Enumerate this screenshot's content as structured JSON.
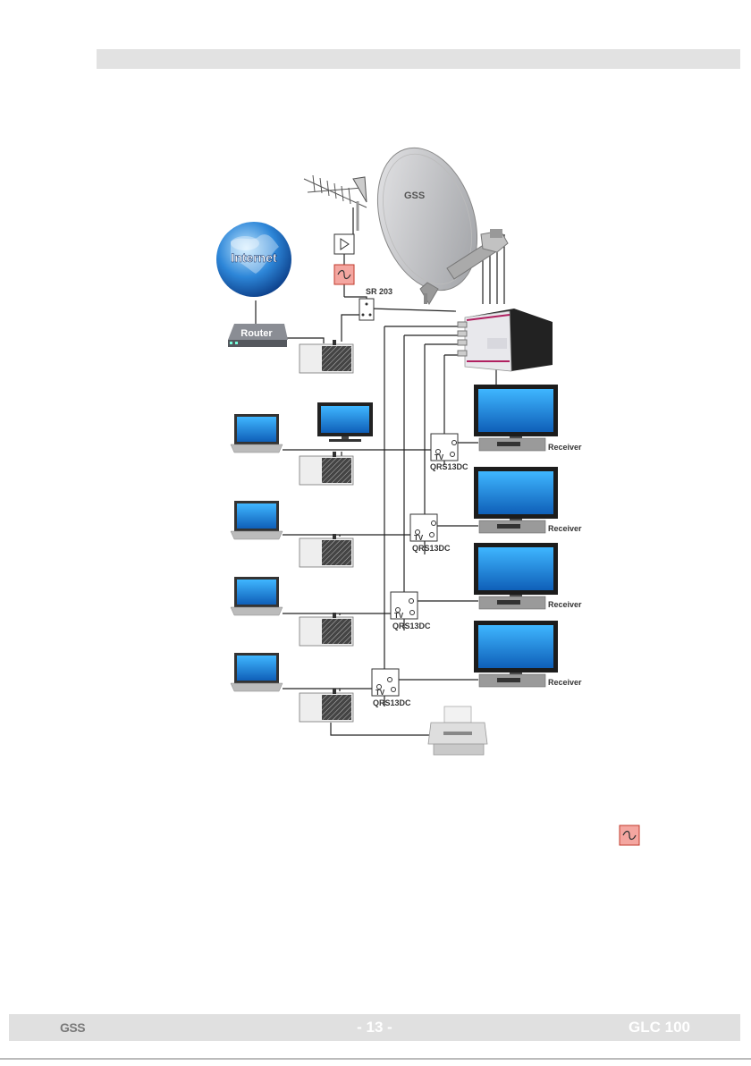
{
  "labels": {
    "internet": "Internet",
    "router": "Router",
    "splitter": "SR 203",
    "receiver": "Receiver",
    "outlet_model": "QRS13DC",
    "tv_port": "TV"
  },
  "footer": {
    "logo": "GSS",
    "page": "- 13 -",
    "product": "GLC 100"
  },
  "icons": {
    "amplifier": "amplifier-triangle-icon",
    "filter": "lowpass-filter-sine-icon"
  },
  "colors": {
    "filter_fill": "#f4a6a0",
    "filter_stroke": "#c0392b",
    "globe": "#1e73c8",
    "tv_screen": "#1a8fe0",
    "footer_bg": "#e0e0e0"
  }
}
